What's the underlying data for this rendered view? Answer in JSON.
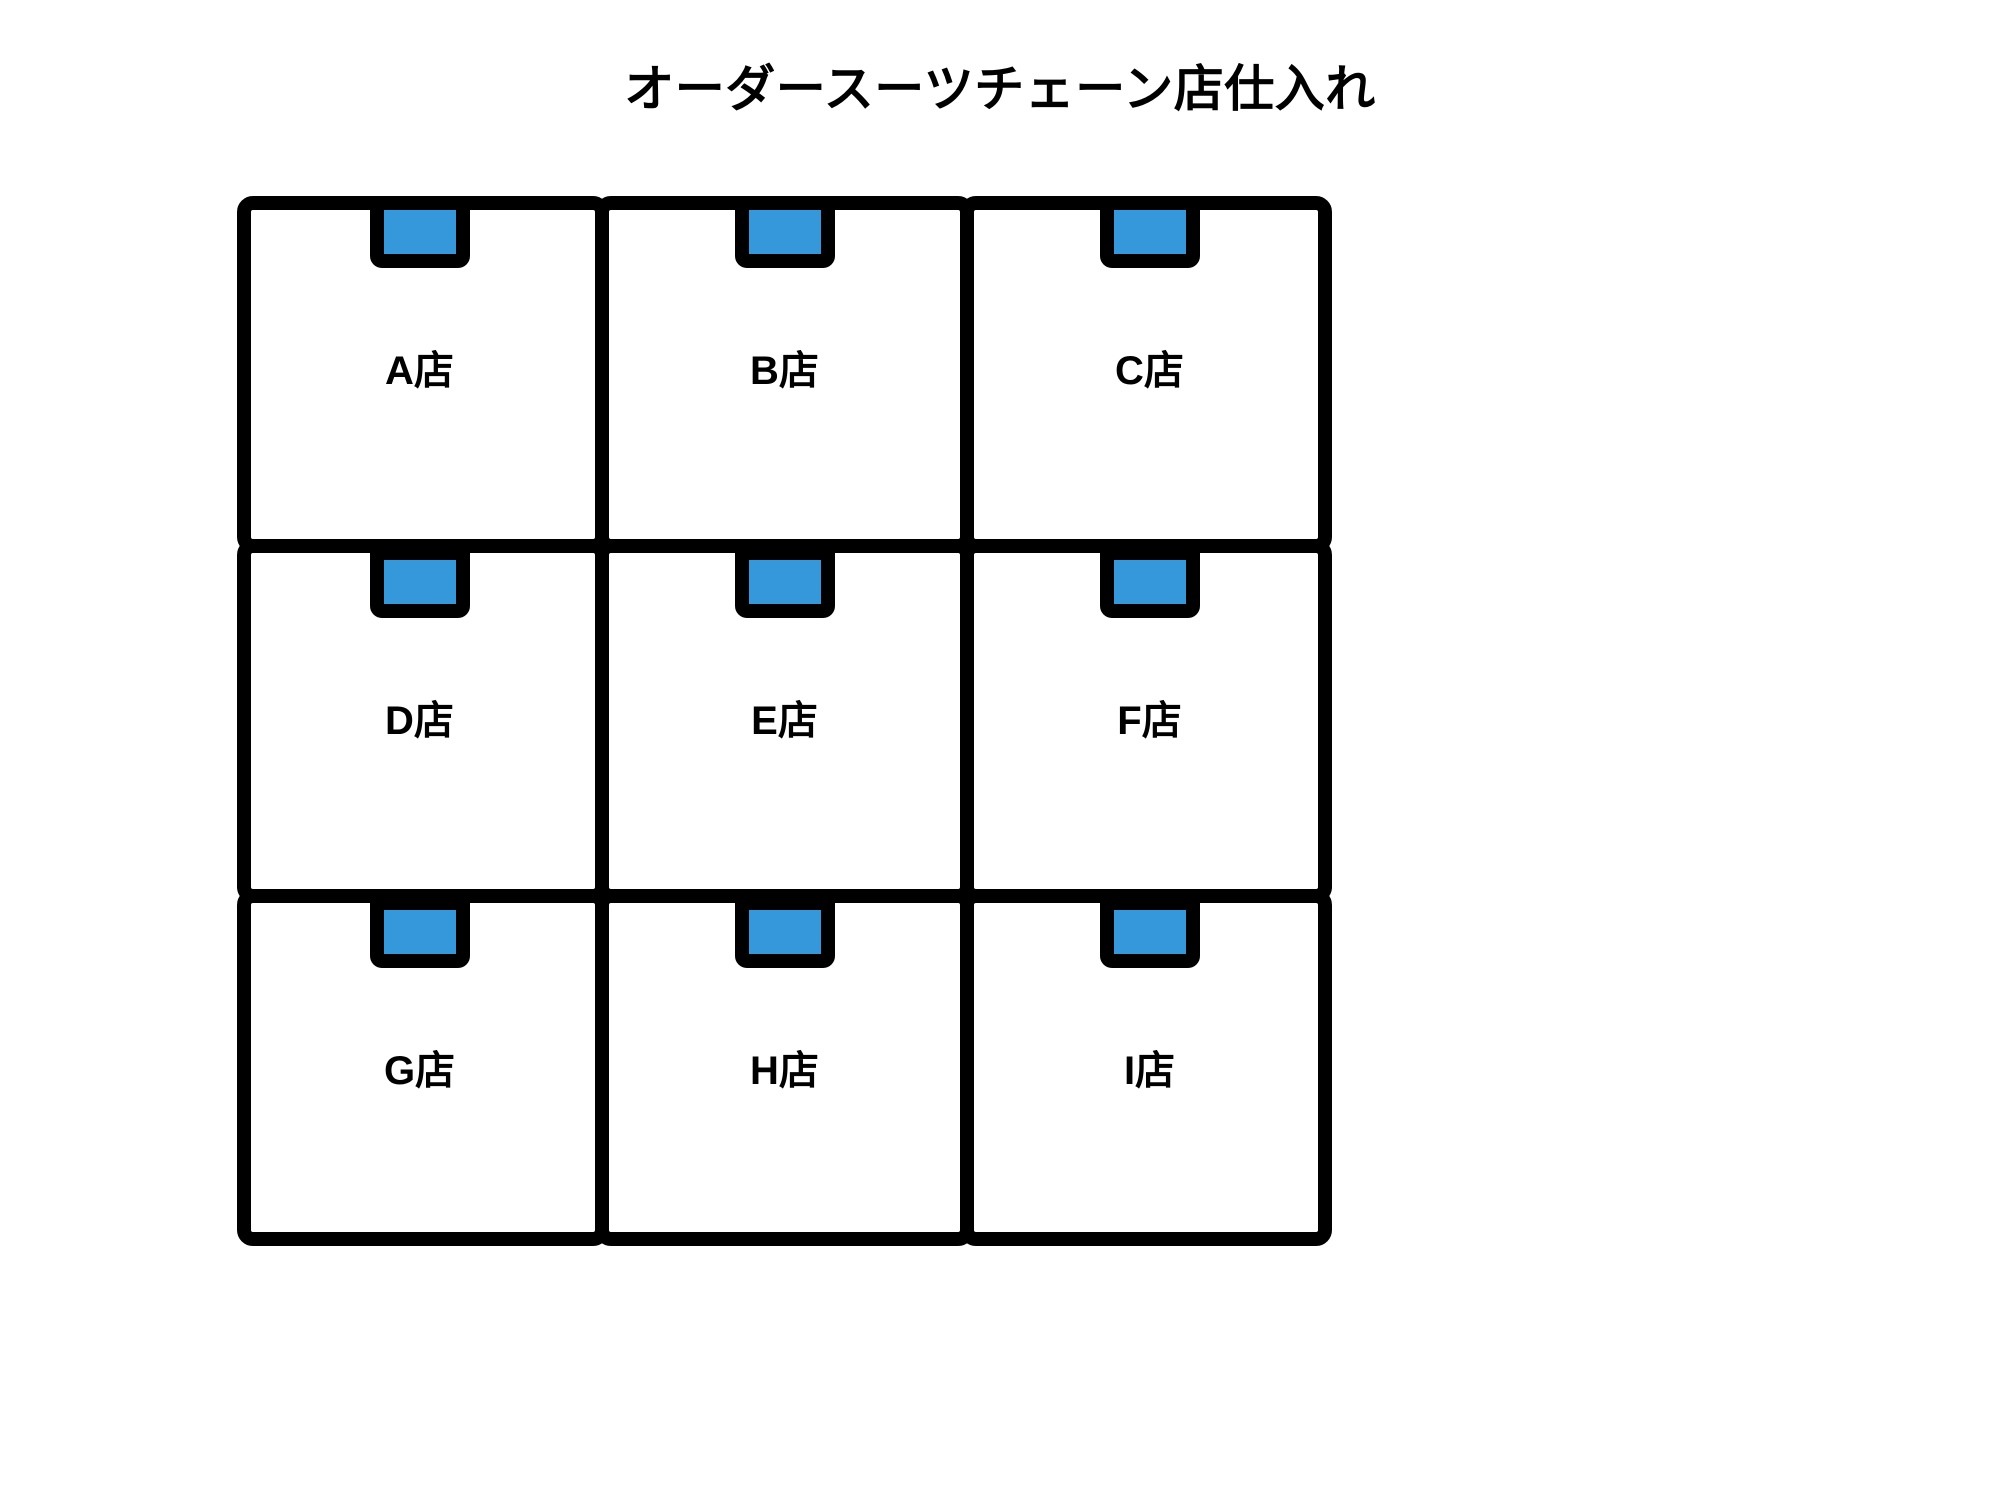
{
  "title": "オーダースーツチェーン店仕入れ",
  "colors": {
    "outline": "#000000",
    "tab": "#3498DB",
    "background": "#ffffff",
    "text": "#000000"
  },
  "chart_data": {
    "type": "diagram",
    "title": "オーダースーツチェーン店仕入れ",
    "layout": {
      "rows": 3,
      "cols": 3
    },
    "items": [
      {
        "id": "A",
        "label": "A店",
        "row": 1,
        "col": 1
      },
      {
        "id": "B",
        "label": "B店",
        "row": 1,
        "col": 2
      },
      {
        "id": "C",
        "label": "C店",
        "row": 1,
        "col": 3
      },
      {
        "id": "D",
        "label": "D店",
        "row": 2,
        "col": 1
      },
      {
        "id": "E",
        "label": "E店",
        "row": 2,
        "col": 2
      },
      {
        "id": "F",
        "label": "F店",
        "row": 2,
        "col": 3
      },
      {
        "id": "G",
        "label": "G店",
        "row": 3,
        "col": 1
      },
      {
        "id": "H",
        "label": "H店",
        "row": 3,
        "col": 2
      },
      {
        "id": "I",
        "label": "I店",
        "row": 3,
        "col": 3
      }
    ]
  },
  "boxes": [
    {
      "label": "A店",
      "icon": "box-icon",
      "tab": "blue-tab-icon"
    },
    {
      "label": "B店",
      "icon": "box-icon",
      "tab": "blue-tab-icon"
    },
    {
      "label": "C店",
      "icon": "box-icon",
      "tab": "blue-tab-icon"
    },
    {
      "label": "D店",
      "icon": "box-icon",
      "tab": "blue-tab-icon"
    },
    {
      "label": "E店",
      "icon": "box-icon",
      "tab": "blue-tab-icon"
    },
    {
      "label": "F店",
      "icon": "box-icon",
      "tab": "blue-tab-icon"
    },
    {
      "label": "G店",
      "icon": "box-icon",
      "tab": "blue-tab-icon"
    },
    {
      "label": "H店",
      "icon": "box-icon",
      "tab": "blue-tab-icon"
    },
    {
      "label": "I店",
      "icon": "box-icon",
      "tab": "blue-tab-icon"
    }
  ]
}
